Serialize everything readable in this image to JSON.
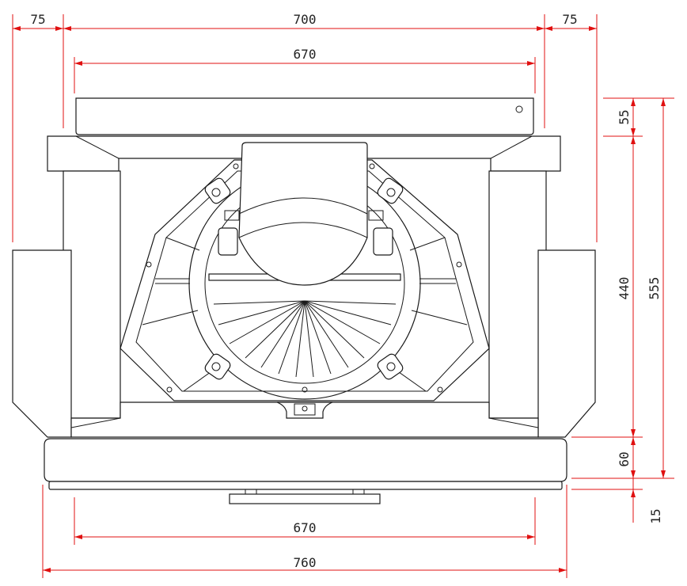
{
  "dimensions": {
    "top_left_overhang": "75",
    "top_width": "700",
    "top_right_overhang": "75",
    "top_inner_width": "670",
    "top_plate_thickness": "55",
    "body_height": "440",
    "total_height": "555",
    "base_thickness": "60",
    "foot_height": "15",
    "bottom_inner_width": "670",
    "bottom_total_width": "760"
  },
  "colors": {
    "dimension": "#e01010",
    "outline": "#1a1a1a",
    "background": "#ffffff"
  }
}
